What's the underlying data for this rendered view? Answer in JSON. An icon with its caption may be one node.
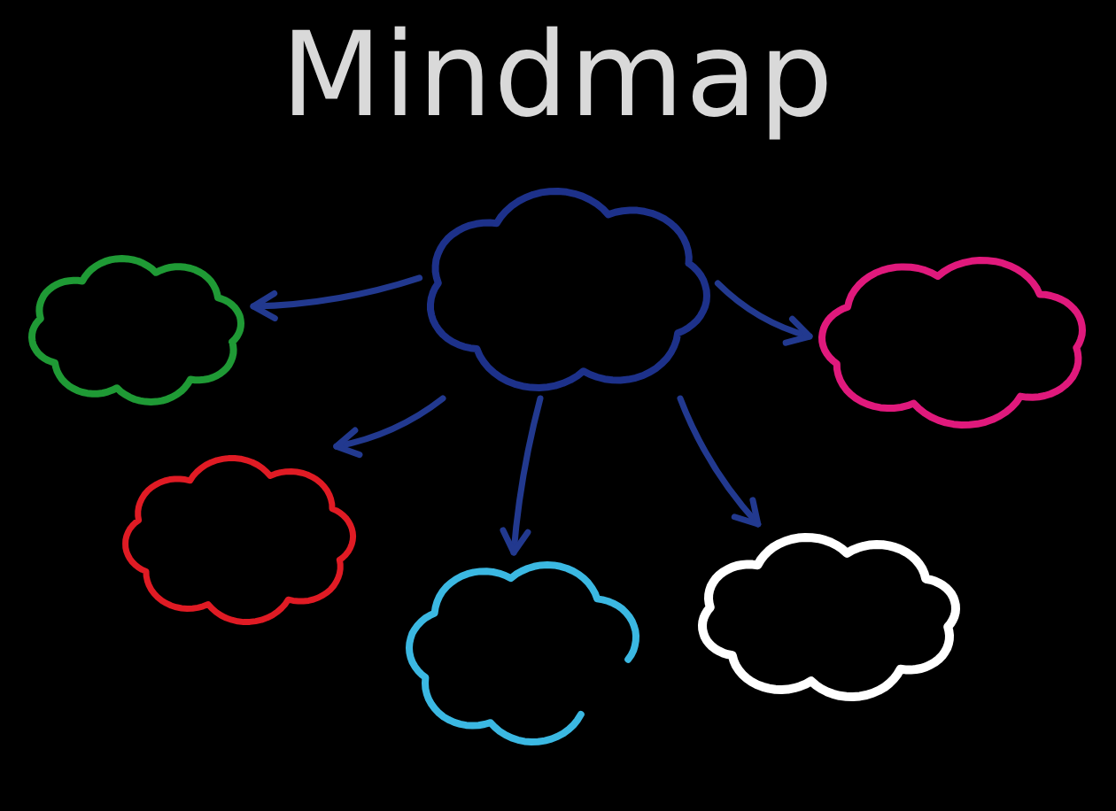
{
  "diagram": {
    "title": "Mindmap",
    "nodes": [
      {
        "text": [],
        "shape": "cloud"
      },
      {
        "text": [],
        "shape": "cloud"
      },
      {
        "text": [],
        "shape": "cloud"
      },
      {
        "text": [],
        "shape": "cloud"
      },
      {
        "text": [],
        "shape": "cloud"
      },
      {
        "text": [],
        "shape": "cloud"
      }
    ],
    "edges": [
      {
        "from": 0,
        "to": 1,
        "arrow": "to"
      },
      {
        "from": 0,
        "to": 2,
        "arrow": "to"
      },
      {
        "from": 0,
        "to": 3,
        "arrow": "to"
      },
      {
        "from": 0,
        "to": 4,
        "arrow": "to"
      },
      {
        "from": 0,
        "to": 5,
        "arrow": "to"
      }
    ]
  }
}
